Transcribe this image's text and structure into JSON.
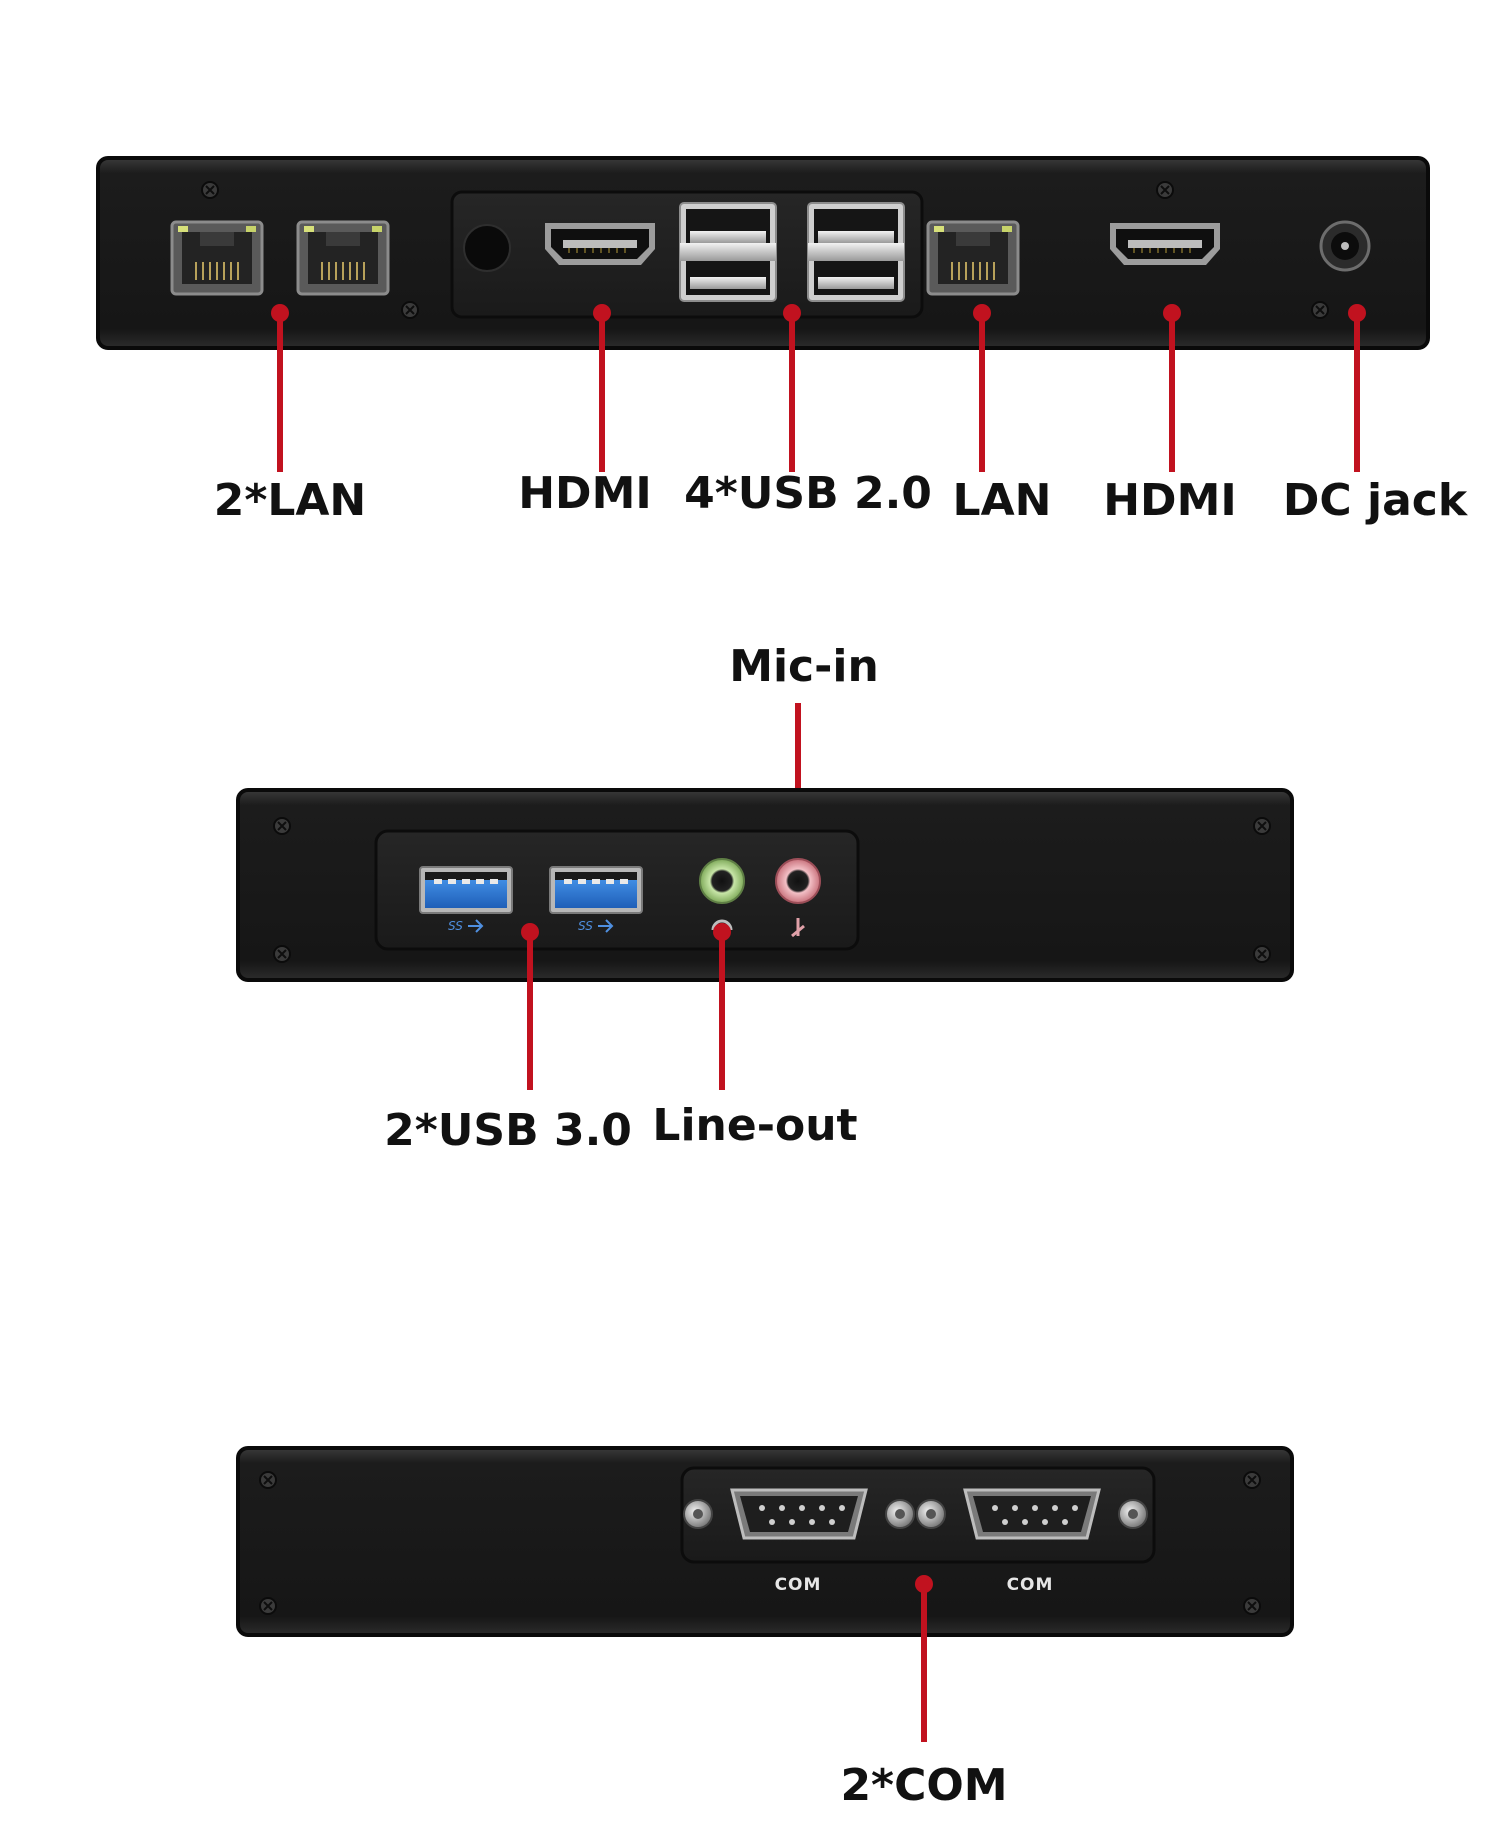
{
  "panels": {
    "rear": {
      "labels": {
        "lan_pair": "2*LAN",
        "hdmi_1": "HDMI",
        "usb20": "4*USB 2.0",
        "lan": "LAN",
        "hdmi_2": "HDMI",
        "dc_jack": "DC jack"
      }
    },
    "front": {
      "labels": {
        "mic_in": "Mic-in",
        "usb30": "2*USB 3.0",
        "line_out": "Line-out"
      },
      "port_markings": {
        "superspeed": "SS"
      }
    },
    "side": {
      "labels": {
        "com_pair": "2*COM"
      },
      "port_markings": {
        "com_1": "COM",
        "com_2": "COM"
      }
    }
  },
  "colors": {
    "leader_line": "#c1121f",
    "chassis": "#1b1b1b",
    "usb30_port": "#2f7fdc",
    "line_out_jack": "#a9d18e",
    "mic_in_jack": "#e8a0a8"
  },
  "icons": [
    "screw-icon",
    "rj45-port-icon",
    "hdmi-port-icon",
    "usb-port-icon",
    "audio-jack-icon",
    "db9-serial-port-icon",
    "dc-jack-icon",
    "headphone-icon",
    "microphone-icon"
  ]
}
